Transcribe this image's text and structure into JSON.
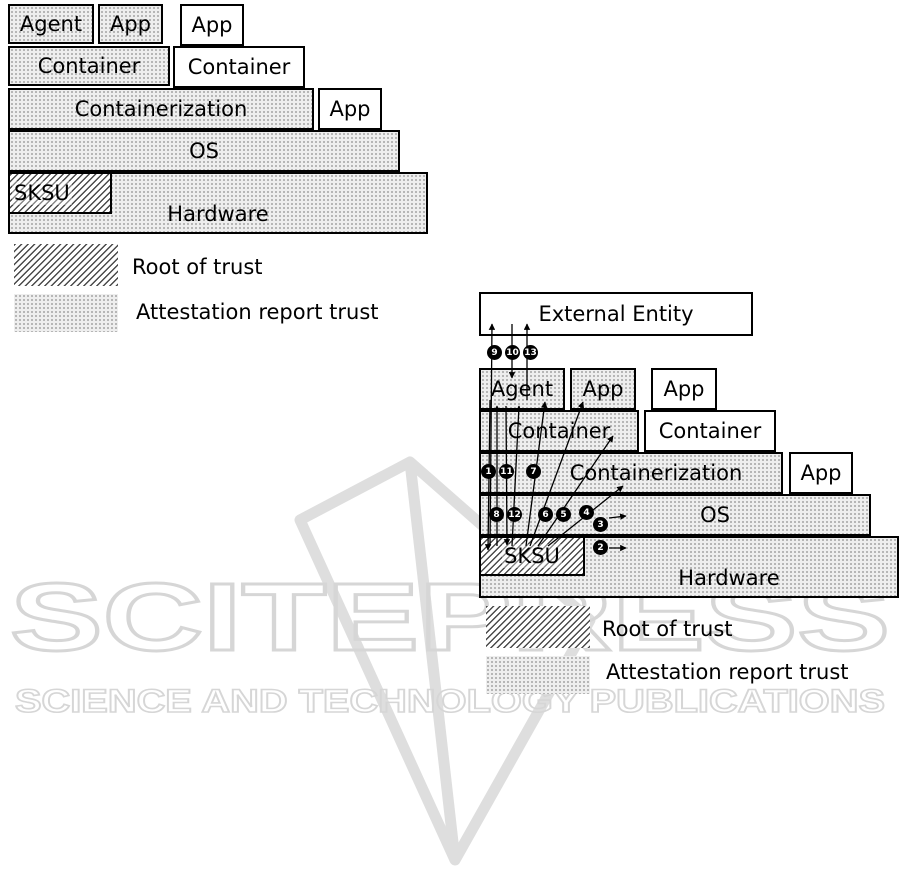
{
  "left_diagram": {
    "agent": "Agent",
    "app_in_container": "App",
    "app_outer_1": "App",
    "container_1": "Container",
    "container_2": "Container",
    "containerization": "Containerization",
    "app_outer_2": "App",
    "os": "OS",
    "sksu": "SKSU",
    "hardware": "Hardware"
  },
  "right_diagram": {
    "external_entity": "External Entity",
    "agent": "Agent",
    "app_in_container": "App",
    "app_outer_1": "App",
    "container_1": "Container",
    "container_2": "Container",
    "containerization": "Containerization",
    "app_outer_2": "App",
    "os": "OS",
    "sksu": "SKSU",
    "hardware": "Hardware"
  },
  "legend": {
    "root_of_trust": "Root of trust",
    "attestation_report_trust": "Attestation report trust"
  },
  "steps": {
    "s1": "1",
    "s2": "2",
    "s3": "3",
    "s4": "4",
    "s5": "5",
    "s6": "6",
    "s7": "7",
    "s8": "8",
    "s9": "9",
    "s10": "10",
    "s11": "11",
    "s12": "12",
    "s13": "13"
  },
  "watermark": {
    "brand": "SCITEPRESS",
    "tagline": "SCIENCE AND TECHNOLOGY PUBLICATIONS"
  },
  "colors": {
    "border": "#000000",
    "dotted_fill": "#eeeeee",
    "hatch_stripe": "#4a4a4a",
    "watermark": "#d9d9d9"
  }
}
